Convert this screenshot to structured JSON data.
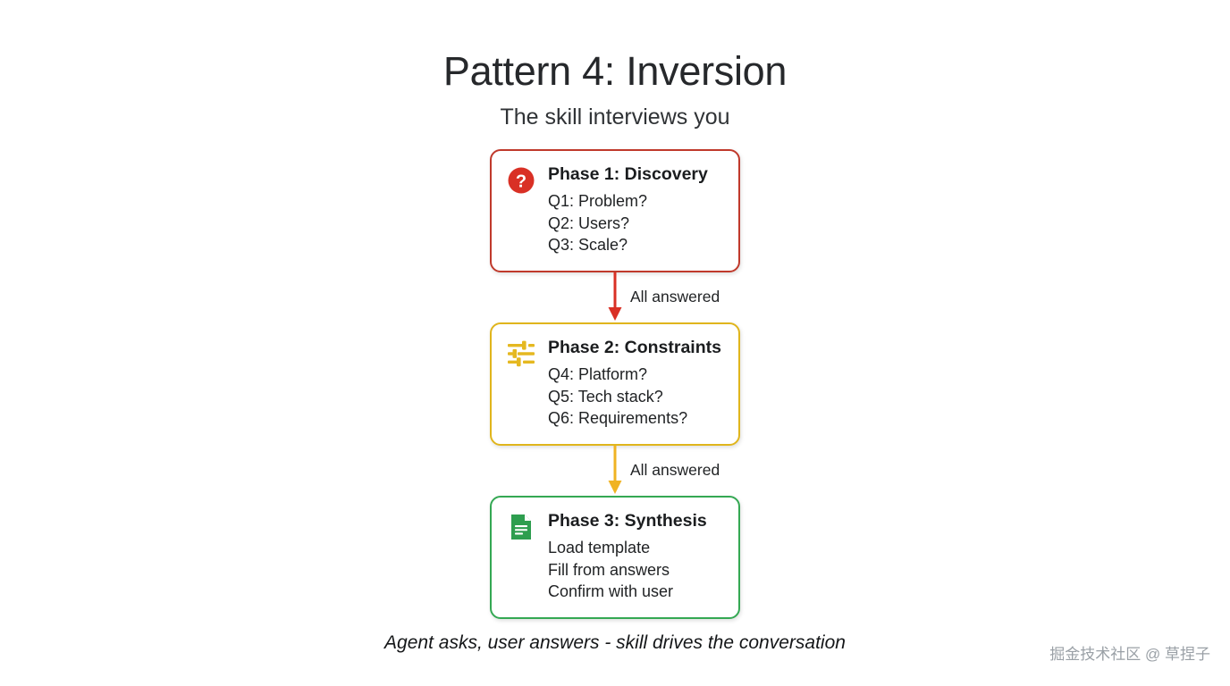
{
  "header": {
    "title": "Pattern 4: Inversion",
    "subtitle": "The skill interviews you"
  },
  "flow": {
    "phases": [
      {
        "icon": "question-mark-circle-icon",
        "accent": "#c0392b",
        "heading": "Phase 1: Discovery",
        "lines": [
          "Q1: Problem?",
          "Q2: Users?",
          "Q3: Scale?"
        ]
      },
      {
        "icon": "tune-sliders-icon",
        "accent": "#e0b51c",
        "heading": "Phase 2: Constraints",
        "lines": [
          "Q4: Platform?",
          "Q5: Tech stack?",
          "Q6: Requirements?"
        ]
      },
      {
        "icon": "document-icon",
        "accent": "#34a853",
        "heading": "Phase 3: Synthesis",
        "lines": [
          "Load template",
          "Fill from answers",
          "Confirm with user"
        ]
      }
    ],
    "connectors": [
      {
        "label": "All answered",
        "color": "#d93025"
      },
      {
        "label": "All answered",
        "color": "#f0b323"
      }
    ]
  },
  "footer": {
    "caption": "Agent asks, user answers - skill drives the conversation",
    "watermark": "掘金技术社区 @ 草捏子"
  }
}
